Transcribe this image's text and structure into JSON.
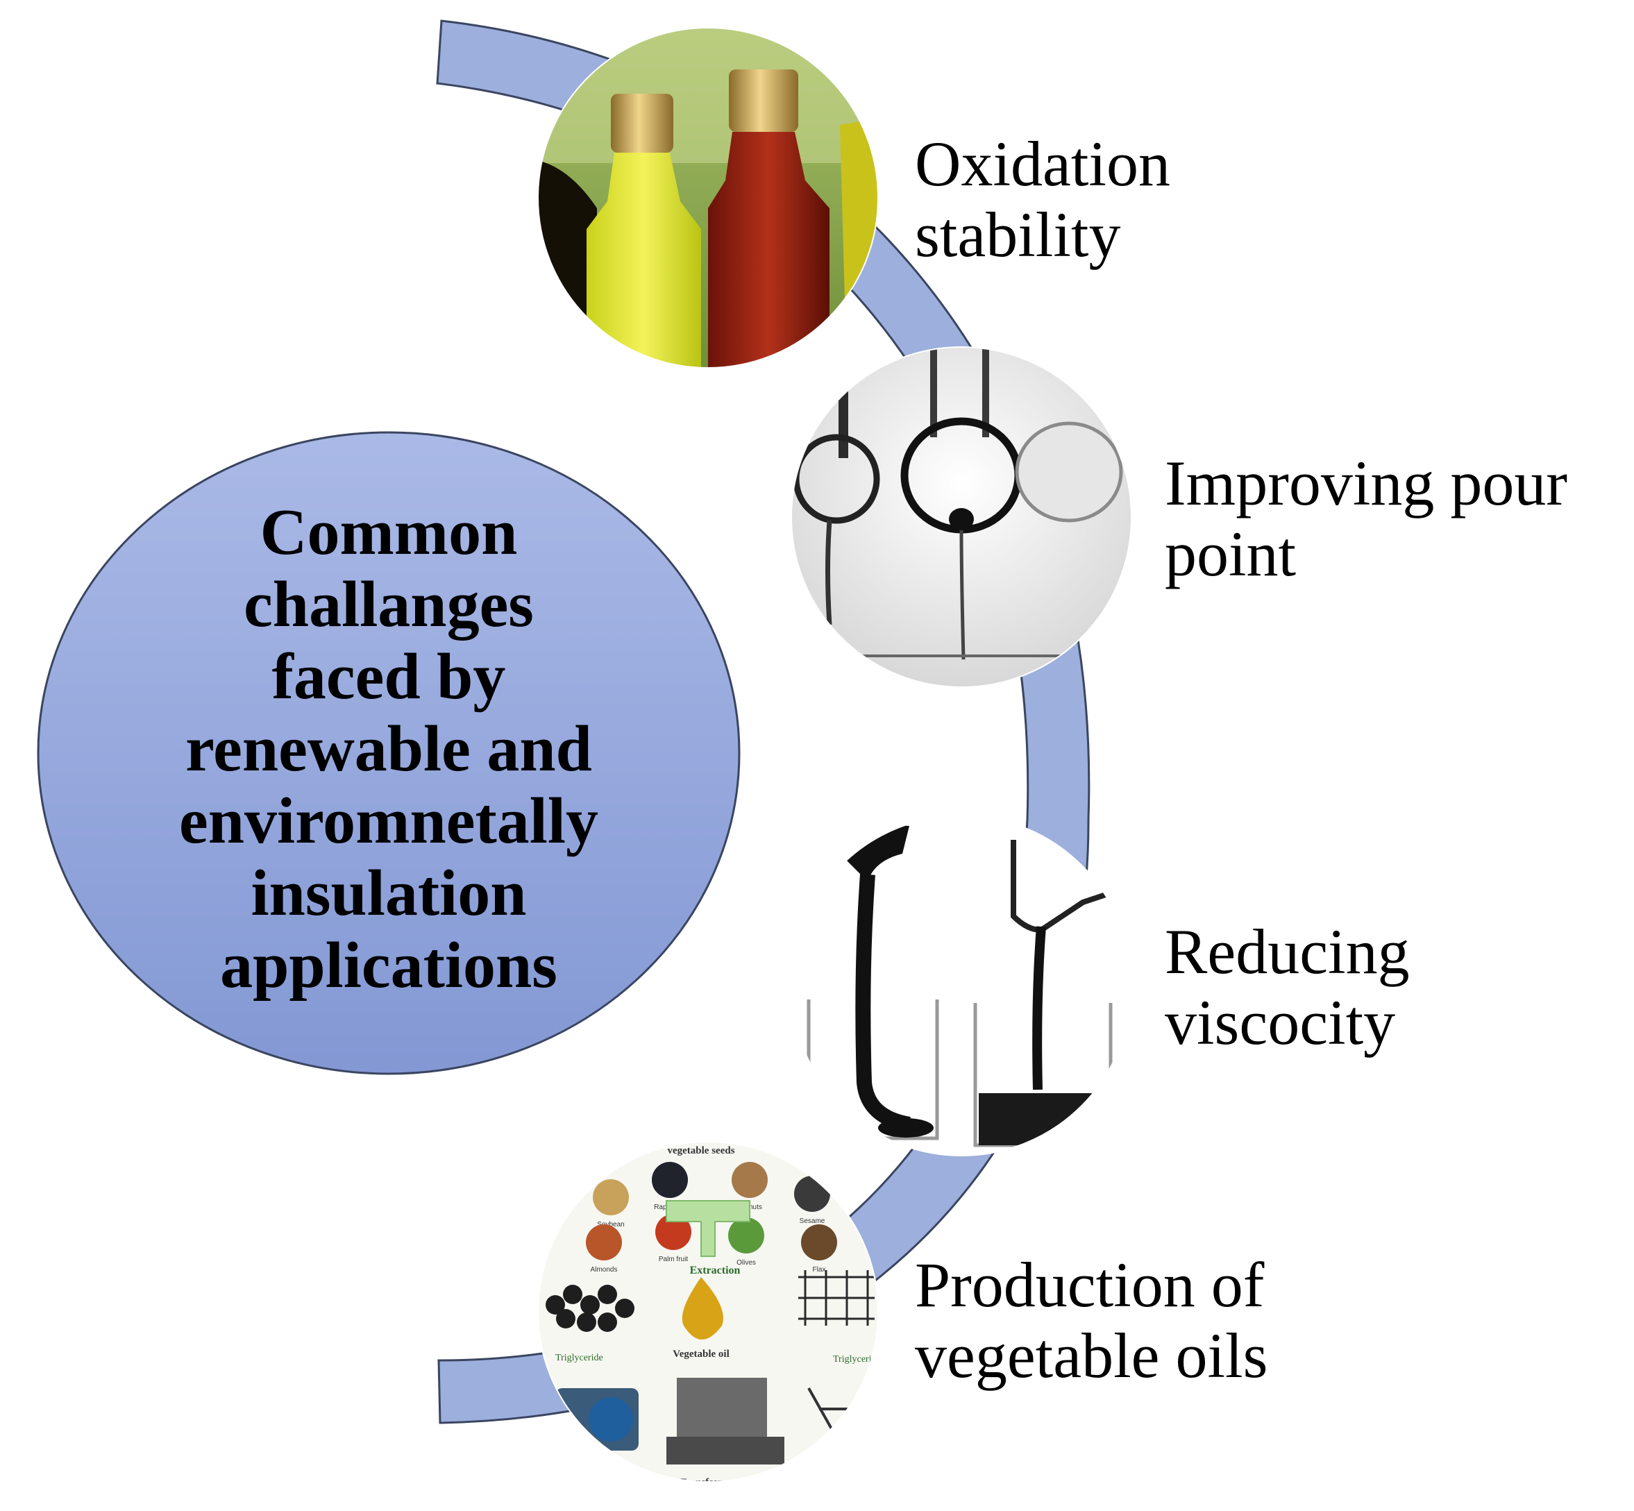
{
  "center": {
    "text": "Common\nchallanges\nfaced by\nrenewable and\nenviromnetally\ninsulation\napplications"
  },
  "items": [
    {
      "label": "Oxidation\nstability",
      "image": "oil-bottles"
    },
    {
      "label": "Improving pour\npoint",
      "image": "oil-drops-test-tubes"
    },
    {
      "label": "Reducing\nviscocity",
      "image": "black-oil-pouring-beakers"
    },
    {
      "label": "Production of\nvegetable oils",
      "image": "vegetable-oil-production-infographic"
    }
  ],
  "inset": {
    "seeds": [
      "Soybean",
      "Rapeseed",
      "Walnuts",
      "Sesame",
      "Almonds",
      "Palm fruit",
      "Olives",
      "Flax"
    ],
    "extraction": "Extraction",
    "vegetable_oil": "Vegetable oil",
    "vegetable_seeds": "vegetable seeds",
    "triglyceride_left": "Triglyceride",
    "triglyceride_right": "Triglyceride",
    "transformer": "Transformer"
  },
  "colors": {
    "arc_fill": "#9dafdc",
    "arc_stroke": "#3a4560",
    "center_top": "#a9b8e4",
    "center_bottom": "#8499d4"
  }
}
